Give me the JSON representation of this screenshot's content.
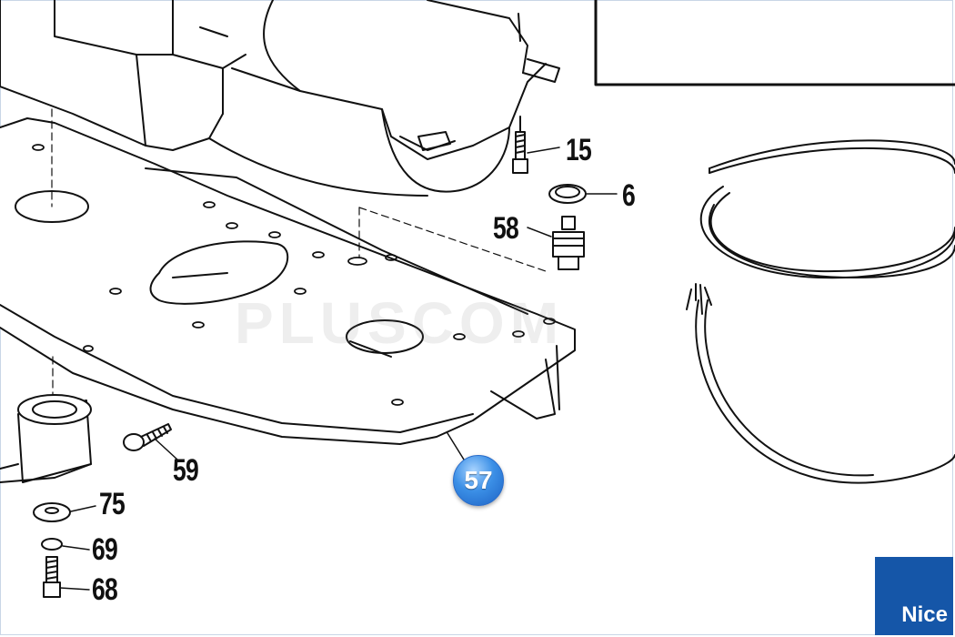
{
  "parts": {
    "p15": "15",
    "p6": "6",
    "p58": "58",
    "p59": "59",
    "p75": "75",
    "p69": "69",
    "p68": "68"
  },
  "callout": "57",
  "watermark": "PLUSCOM",
  "brand": "Nice",
  "colors": {
    "line": "#111111",
    "callout": "#3b8fe6",
    "brand_bg": "#1556a8",
    "frame": "#c9d6e6"
  }
}
